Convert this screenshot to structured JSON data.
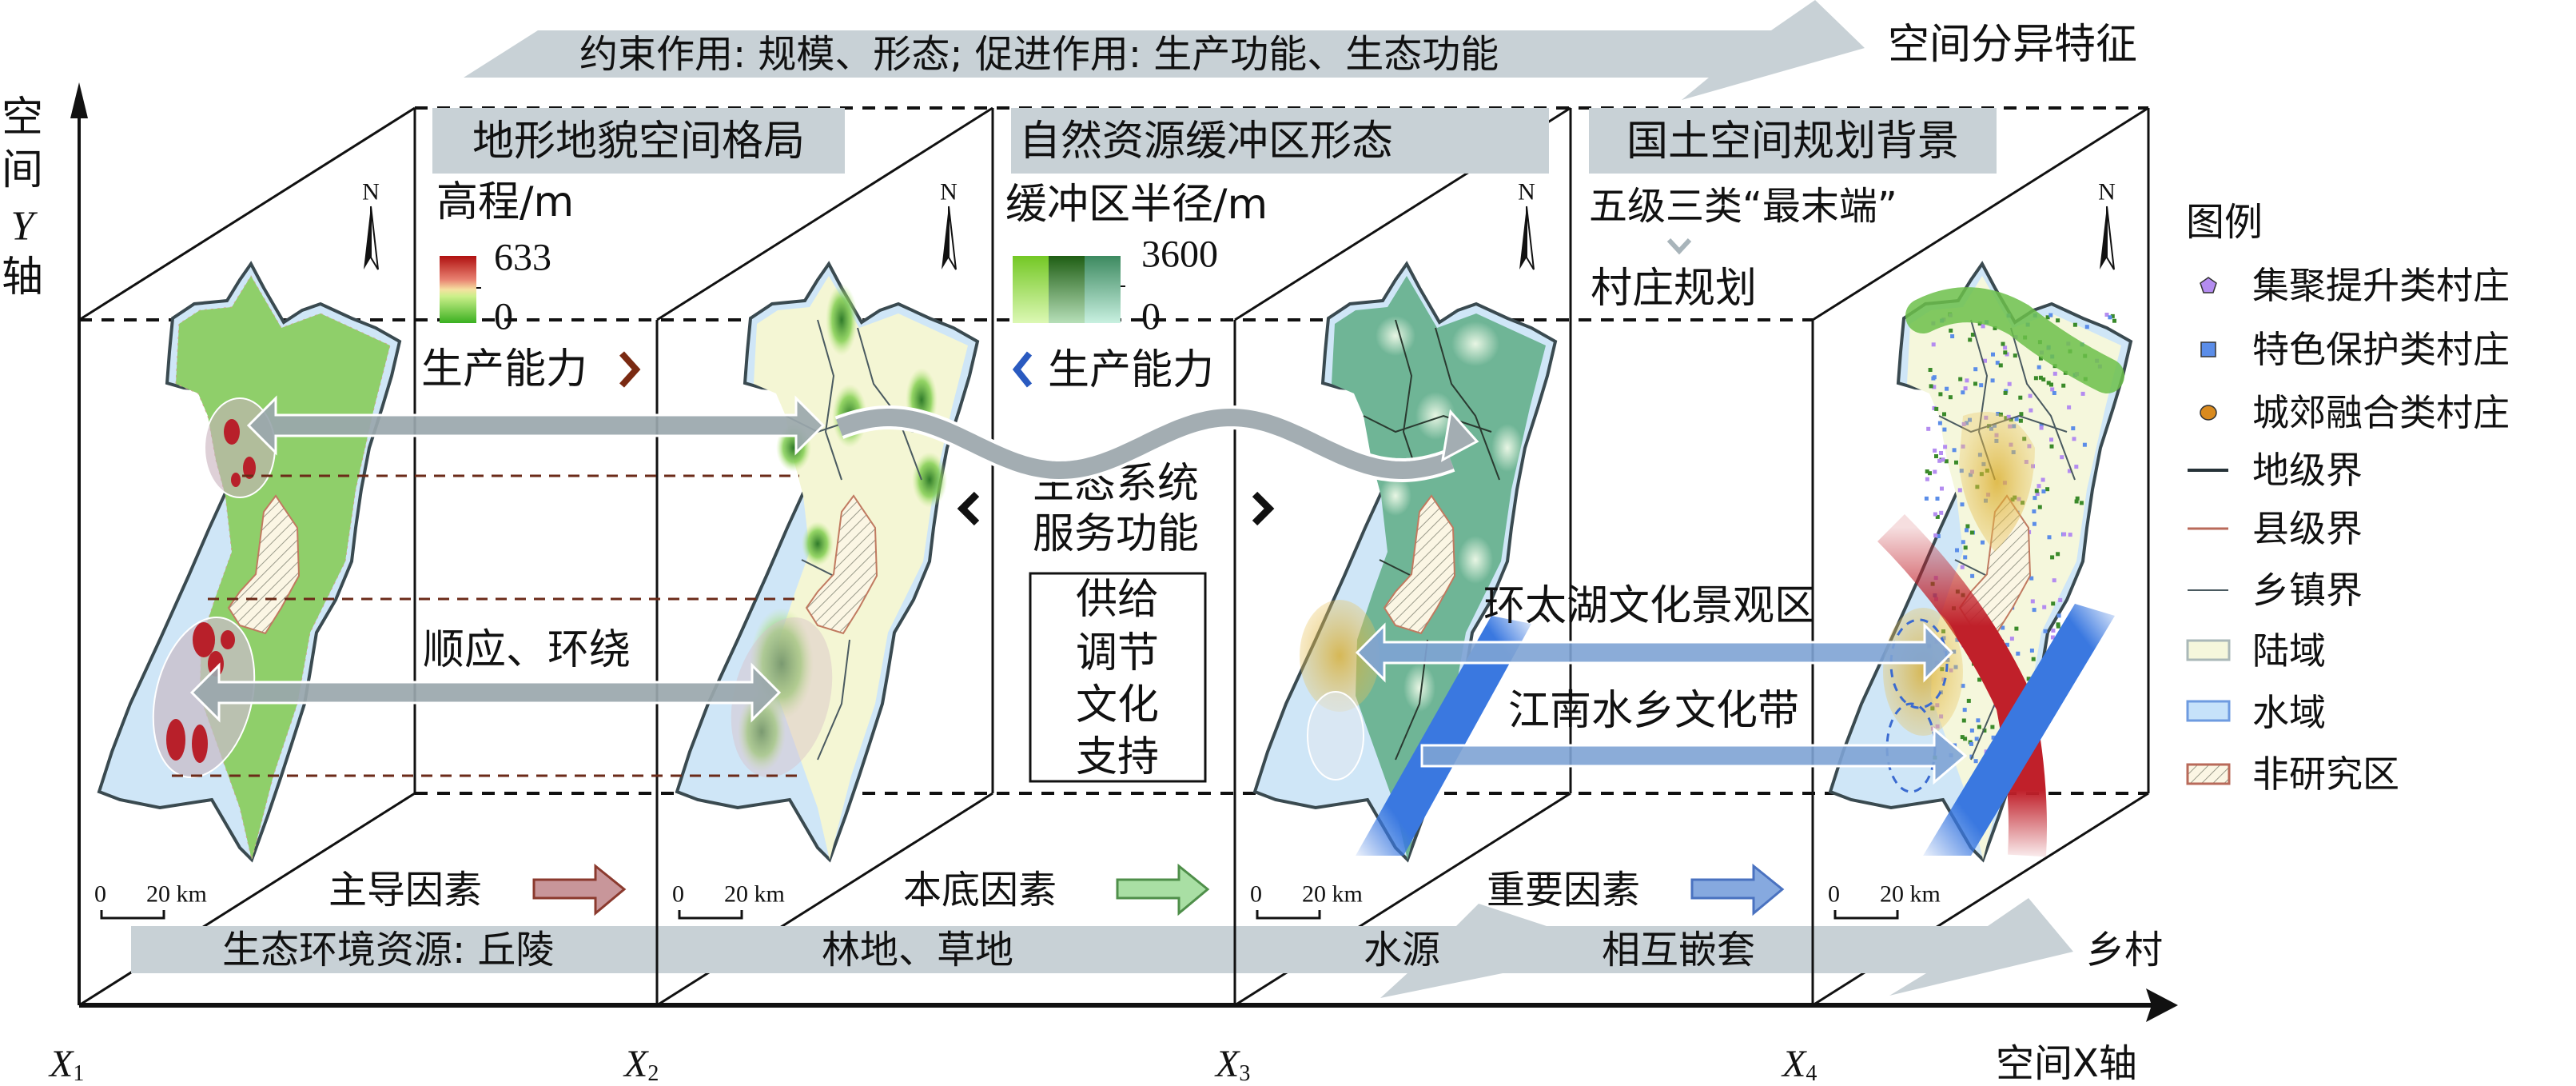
{
  "banner": {
    "top_text": "约束作用: 规模、形态; 促进作用: 生产功能、生态功能",
    "result": "空间分异特征",
    "color": "#c8d1d6"
  },
  "y_axis": {
    "chars": [
      "空",
      "间",
      "Y",
      "轴"
    ]
  },
  "x_axis": {
    "label": "空间X轴",
    "ticks": [
      {
        "main": "X",
        "sub": "1"
      },
      {
        "main": "X",
        "sub": "2"
      },
      {
        "main": "X",
        "sub": "3"
      },
      {
        "main": "X",
        "sub": "4"
      }
    ]
  },
  "panels": [
    {
      "title": "地形地貌空间格局",
      "legend_title": "高程/m",
      "legend_max": "633",
      "legend_min": "0",
      "capability": "生产能力",
      "scale_zero": "0",
      "scale_len": "20 km",
      "north": "N"
    },
    {
      "title": "自然资源缓冲区形态",
      "legend_title": "缓冲区半径/m",
      "legend_max": "3600",
      "legend_min": "0",
      "capability": "生产能力",
      "scale_zero": "0",
      "scale_len": "20 km",
      "north": "N"
    },
    {
      "title": "国土空间规划背景",
      "line1": "五级三类“最末端”",
      "line2": "村庄规划",
      "scale_zero": "0",
      "scale_len": "20 km",
      "north": "N"
    },
    {
      "scale_zero": "0",
      "scale_len": "20 km",
      "north": "N"
    }
  ],
  "middle": {
    "ecosystem": [
      "生态系统",
      "服务功能"
    ],
    "services": [
      "供给",
      "调节",
      "文化",
      "支持"
    ]
  },
  "links": {
    "shunying": "顺应、环绕",
    "huantaihu": "环太湖文化景观区",
    "jiangnan": "江南水乡文化带"
  },
  "factors": [
    {
      "label": "主导因素",
      "color": "#c8969a"
    },
    {
      "label": "本底因素",
      "color": "#a9dfa4"
    },
    {
      "label": "重要因素",
      "color": "#86a9df"
    }
  ],
  "band": {
    "items": [
      "生态环境资源: 丘陵",
      "林地、草地",
      "水源",
      "相互嵌套"
    ],
    "end": "乡村"
  },
  "legend": {
    "title": "图例",
    "items": [
      {
        "label": "集聚提升类村庄",
        "color": "#b48cf0"
      },
      {
        "label": "特色保护类村庄",
        "color": "#5b8de8"
      },
      {
        "label": "城郊融合类村庄",
        "color": "#d98a1e"
      },
      {
        "label": "地级界",
        "color": "#263238"
      },
      {
        "label": "县级界",
        "color": "#b96a5a"
      },
      {
        "label": "乡镇界",
        "color": "#4a5a60"
      },
      {
        "label": "陆域",
        "color": "#f5f7dc"
      },
      {
        "label": "水域",
        "color": "#c6e2fa"
      },
      {
        "label": "非研究区",
        "color": "#b86a5a"
      }
    ]
  }
}
